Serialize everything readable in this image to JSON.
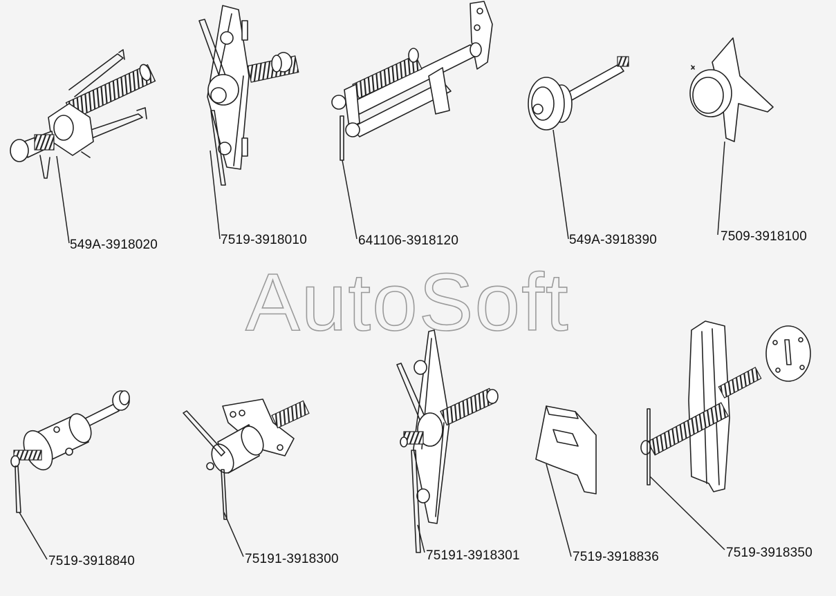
{
  "watermark": "AutoSoft",
  "parts": [
    {
      "id": "549A-3918020",
      "icon": "puller-three-jaw-icon"
    },
    {
      "id": "7519-3918010",
      "icon": "puller-crossbar-icon"
    },
    {
      "id": "641106-3918120",
      "icon": "puller-rail-icon"
    },
    {
      "id": "549A-3918390",
      "icon": "mandrel-icon"
    },
    {
      "id": "7509-3918100",
      "icon": "disc-plate-icon"
    },
    {
      "id": "7519-3918840",
      "icon": "sleeve-puller-icon"
    },
    {
      "id": "75191-3918300",
      "icon": "flange-puller-icon"
    },
    {
      "id": "75191-3918301",
      "icon": "long-crossbar-puller-icon"
    },
    {
      "id": "7519-3918836",
      "icon": "fork-plate-icon"
    },
    {
      "id": "7519-3918350",
      "icon": "press-frame-icon"
    }
  ]
}
